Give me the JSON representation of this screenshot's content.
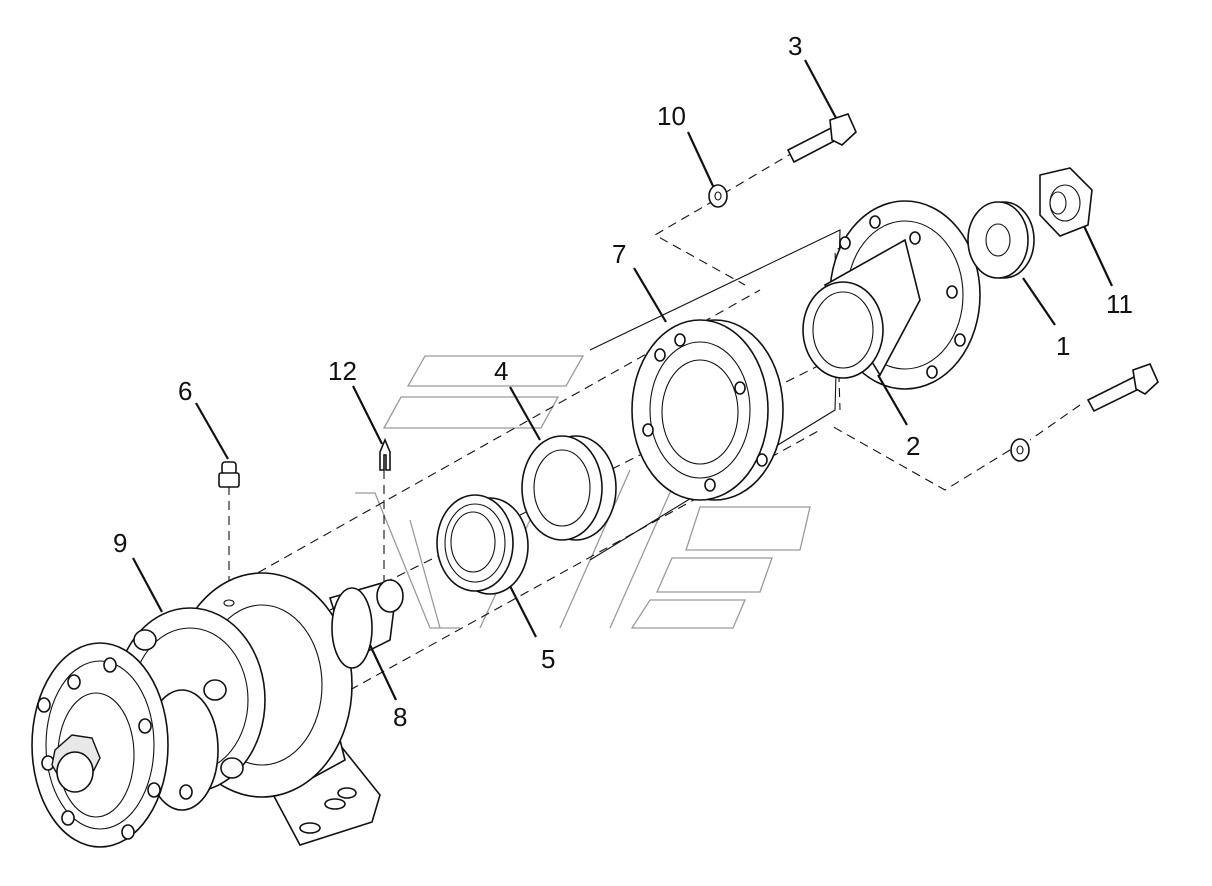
{
  "diagram": {
    "callouts": [
      {
        "id": "c1",
        "label": "1"
      },
      {
        "id": "c2",
        "label": "2"
      },
      {
        "id": "c3",
        "label": "3"
      },
      {
        "id": "c4",
        "label": "4"
      },
      {
        "id": "c5",
        "label": "5"
      },
      {
        "id": "c6",
        "label": "6"
      },
      {
        "id": "c7",
        "label": "7"
      },
      {
        "id": "c8",
        "label": "8"
      },
      {
        "id": "c9",
        "label": "9"
      },
      {
        "id": "c10",
        "label": "10"
      },
      {
        "id": "c11",
        "label": "11"
      },
      {
        "id": "c12",
        "label": "12"
      }
    ],
    "colors": {
      "line": "#111111",
      "background": "#ffffff",
      "watermark": "#9a9a9a"
    }
  }
}
